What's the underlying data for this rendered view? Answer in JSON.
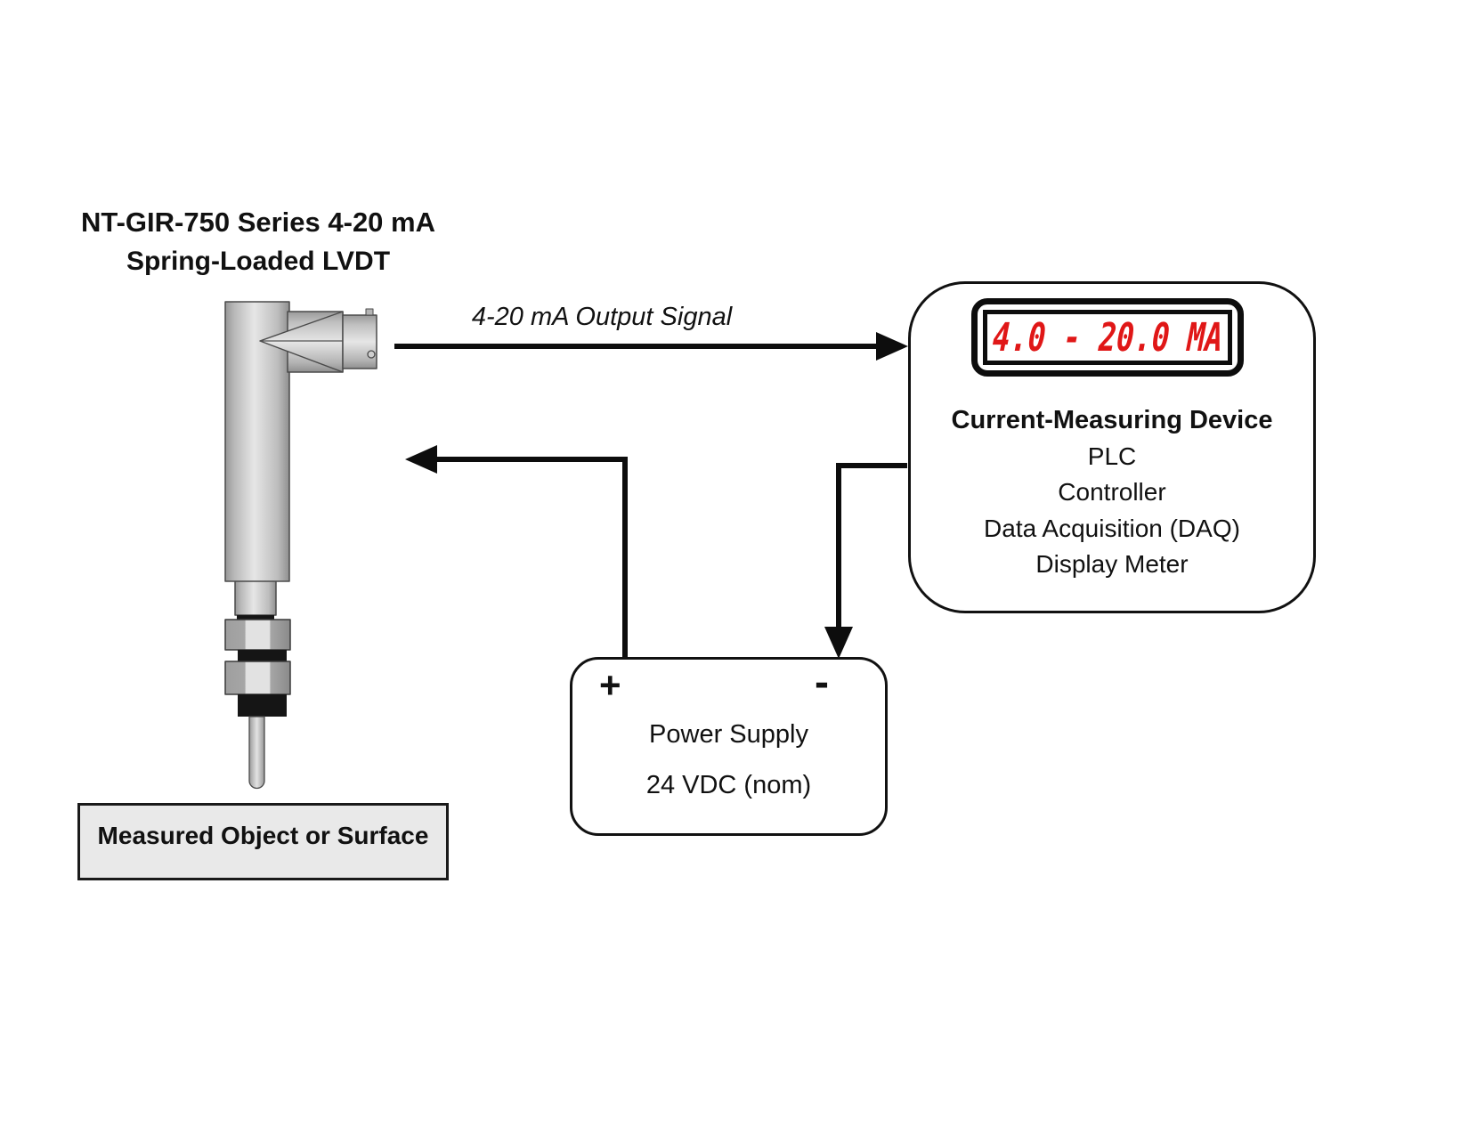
{
  "sensor": {
    "title_line1": "NT-GIR-750 Series 4-20 mA",
    "title_line2": "Spring-Loaded LVDT",
    "graphic": "spring-loaded-lvdt-sensor-illustration"
  },
  "signal": {
    "label": "4-20 mA Output Signal"
  },
  "device": {
    "display_value": "4.0 - 20.0 MA",
    "display_color": "#e01717",
    "heading": "Current-Measuring Device",
    "items": [
      "PLC",
      "Controller",
      "Data Acquisition (DAQ)",
      "Display Meter"
    ]
  },
  "power": {
    "positive": "+",
    "negative": "-",
    "name": "Power Supply",
    "voltage": "24 VDC (nom)"
  },
  "measured": {
    "label": "Measured Object or Surface"
  },
  "colors": {
    "wire": "#0d0d0d",
    "metal_light": "#e6e6e6",
    "metal_dark": "#999999",
    "measured_fill": "#e9e9e9"
  }
}
